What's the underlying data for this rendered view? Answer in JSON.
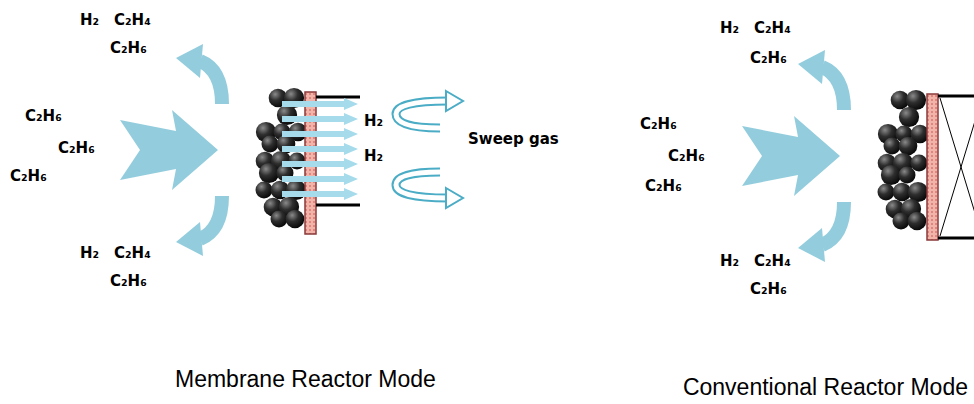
{
  "diagram": {
    "labels": [
      "H₂",
      "C₂H₄",
      "C₂H₆",
      "C₂H₆",
      "C₂H₆",
      "C₂H₆",
      "H₂",
      "C₂H₄",
      "C₂H₆",
      "H₂",
      "H₂",
      "Sweep gas",
      "Membrane Reactor Mode",
      "H₂",
      "C₂H₄",
      "C₂H₆",
      "C₂H₆",
      "C₂H₆",
      "C₂H₆",
      "H₂",
      "C₂H₄",
      "C₂H₆",
      "Conventional Reactor Mode"
    ]
  }
}
